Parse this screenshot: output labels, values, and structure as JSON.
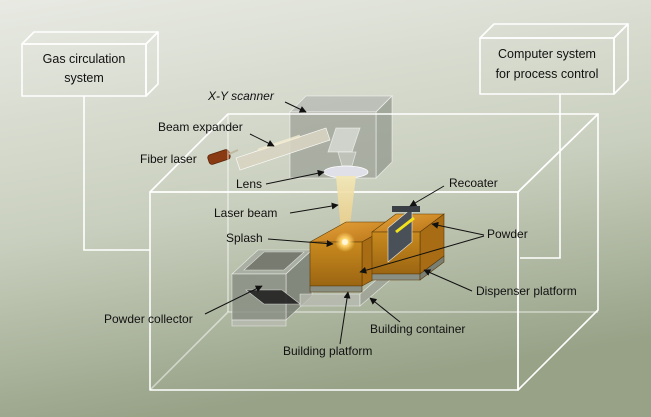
{
  "systems": {
    "gas": [
      "Gas circulation",
      "system"
    ],
    "computer": [
      "Computer system",
      "for process control"
    ]
  },
  "labels": {
    "xy_scanner": "X-Y scanner",
    "beam_expander": "Beam expander",
    "fiber_laser": "Fiber laser",
    "lens": "Lens",
    "laser_beam": "Laser beam",
    "splash": "Splash",
    "recoater": "Recoater",
    "powder": "Powder",
    "dispenser_platform": "Dispenser platform",
    "powder_collector": "Powder collector",
    "building_container": "Building container",
    "building_platform": "Building platform"
  },
  "colors": {
    "background_top": "#e6e8e1",
    "background_bottom": "#9aa58c",
    "outline": "#ffffff",
    "powder": "#c98a1e",
    "splash": "#ffd36a",
    "recoater_stripe": "#f2e21a"
  }
}
